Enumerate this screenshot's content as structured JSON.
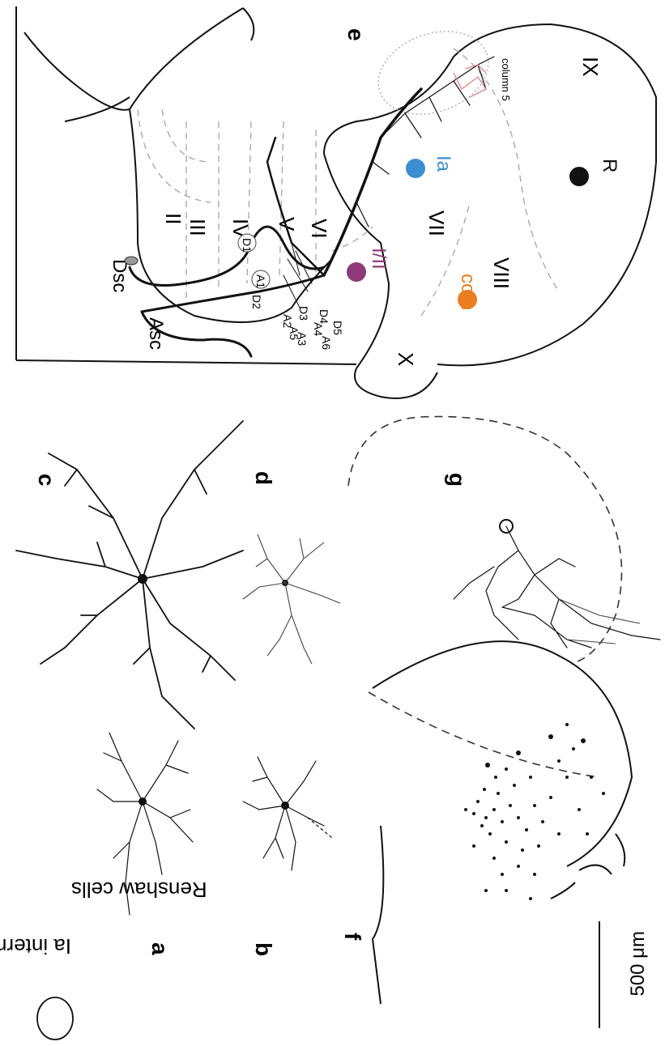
{
  "panels": {
    "a": "a",
    "b": "b",
    "c": "c",
    "d": "d",
    "e": "e",
    "f": "f",
    "g": "g"
  },
  "legend": {
    "ia_interneurons": "Ia interneurons",
    "renshaw_cells": "Renshaw cells"
  },
  "scale_bar": "500 μm",
  "laminae": [
    "II",
    "III",
    "IV",
    "V",
    "VI",
    "VII",
    "VIII",
    "IX",
    "X"
  ],
  "tracts": {
    "dsc": "Dsc",
    "asc": "Asc"
  },
  "branch_labels": {
    "d1": "D1",
    "a1": "A1",
    "d2": "D2",
    "a2": "A2",
    "d3": "D3",
    "a5": "A5",
    "a3": "A3",
    "a4": "A4",
    "d4": "D4",
    "a6": "A6",
    "d5": "D5"
  },
  "cell_groups": {
    "i_ii": {
      "label": "I/II",
      "color": "#8e3a78"
    },
    "ia": {
      "label": "Ia",
      "color": "#3a8fd0"
    },
    "com": {
      "label": "com",
      "color": "#ea7d1e"
    },
    "r": {
      "label": "R",
      "color": "#111111"
    }
  },
  "column_label": "column 5",
  "colors": {
    "ink": "#111111",
    "red_axon": "#e58080"
  }
}
